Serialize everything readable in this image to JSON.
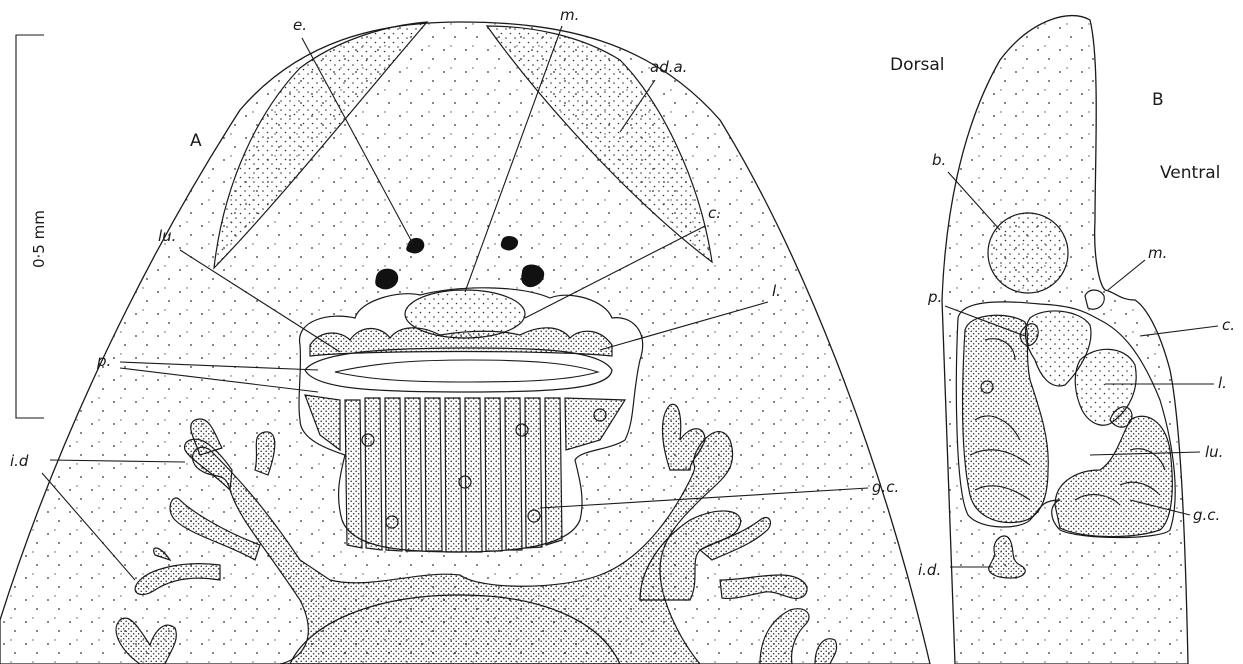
{
  "scale_bar": {
    "label": "0·5 mm"
  },
  "panel_a": {
    "title": "A",
    "labels": {
      "e": "e.",
      "m": "m.",
      "ada": "ad.a.",
      "lu": "lu.",
      "c": "c.",
      "l": "l.",
      "p": "p.",
      "id": "i.d",
      "gc": "g.c."
    }
  },
  "panel_b": {
    "title": "B",
    "dorsal": "Dorsal",
    "ventral": "Ventral",
    "labels": {
      "b": "b.",
      "m": "m.",
      "p": "p.",
      "c": "c.",
      "l": "l.",
      "lu": "lu.",
      "gc": "g.c.",
      "id": "i.d."
    }
  },
  "colors": {
    "ink": "#1a1a1a",
    "background": "#ffffff"
  }
}
